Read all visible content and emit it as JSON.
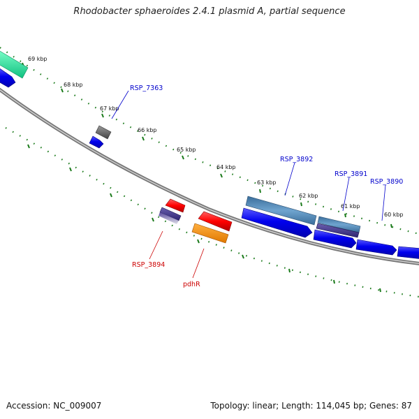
{
  "title": "Rhodobacter sphaeroides 2.4.1 plasmid A, partial sequence",
  "footer": {
    "accession": "Accession: NC_009007",
    "summary": "Topology: linear; Length: 114,045 bp; Genes: 87"
  },
  "ticks": [
    "69 kbp",
    "68 kbp",
    "67 kbp",
    "66 kbp",
    "65 kbp",
    "64 kbp",
    "63 kbp",
    "62 kbp",
    "61 kbp",
    "60 kbp"
  ],
  "labels": {
    "RSP_7363": "RSP_7363",
    "RSP_3892": "RSP_3892",
    "RSP_3891": "RSP_3891",
    "RSP_3890": "RSP_3890",
    "RSP_3894": "RSP_3894",
    "pdhR": "pdhR"
  },
  "colors": {
    "forward_gene": "#0000ee",
    "reverse_gene": "#ff0000",
    "label_forward": "#0000cc",
    "label_reverse": "#cc0000",
    "tick": "#1a7a1a",
    "backbone": "#777777"
  }
}
